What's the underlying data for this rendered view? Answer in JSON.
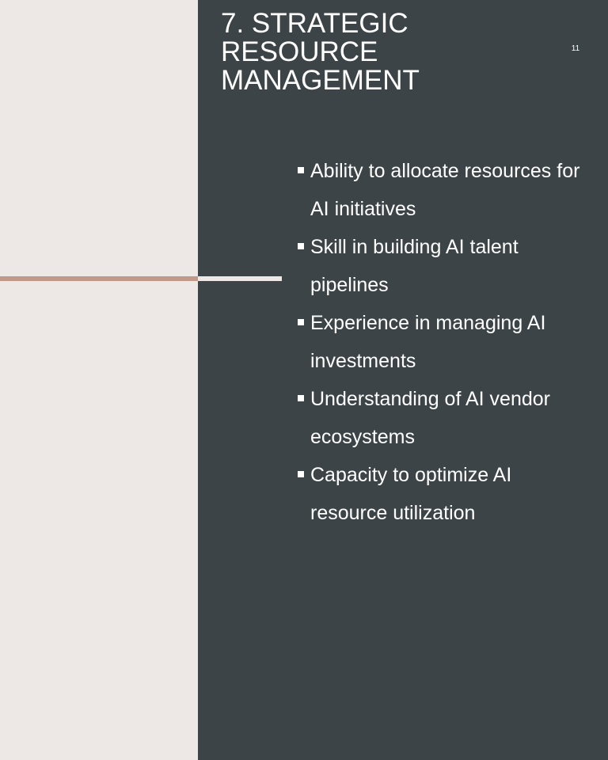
{
  "slide": {
    "title": "7. Strategic Resource Management",
    "number": "11",
    "bullets": [
      "Ability to allocate resources for AI initiatives",
      "Skill in building AI talent pipelines",
      "Experience in managing AI investments",
      "Understanding of AI vendor ecosystems",
      "Capacity to optimize AI resource utilization"
    ]
  },
  "colors": {
    "background_light": "#ede8e5",
    "background_dark": "#3c4447",
    "accent": "#c0998a",
    "text": "#ffffff"
  }
}
